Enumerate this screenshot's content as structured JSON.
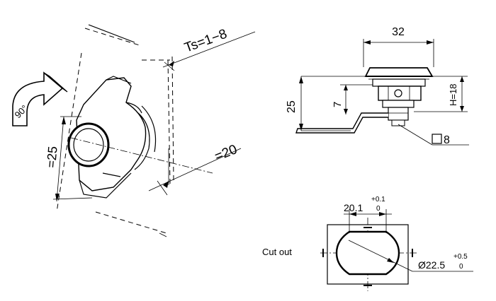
{
  "iso_view": {
    "thickness_label": "Ts=1−8",
    "height_label": "=25",
    "depth_label": "=20",
    "rotation_label": "90°"
  },
  "side_view": {
    "width_label": "32",
    "height_25_label": "25",
    "height_7_label": "7",
    "height_h_label": "H=18",
    "square_label": "8"
  },
  "cutout": {
    "title": "Cut out",
    "width_label": "20.1",
    "width_tol_upper": "+0.1",
    "width_tol_lower": "0",
    "diameter_label": "Ø22.5",
    "diameter_tol_upper": "+0.5",
    "diameter_tol_lower": "0"
  }
}
